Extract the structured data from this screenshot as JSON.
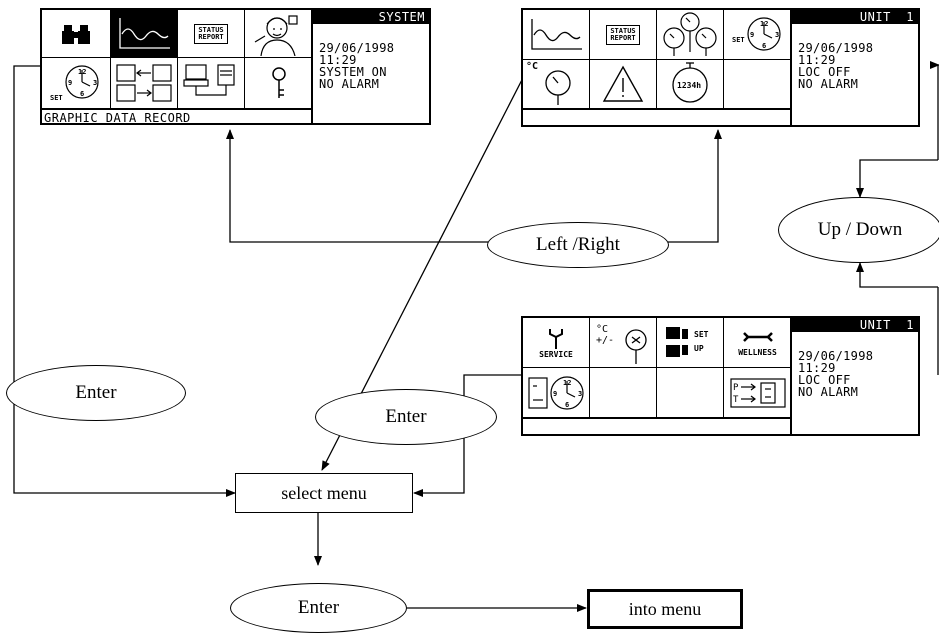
{
  "system_panel": {
    "title": "SYSTEM",
    "date": "29/06/1998",
    "time": "11:29",
    "line3": "SYSTEM ON",
    "line4": "NO ALARM",
    "footer": "GRAPHIC DATA RECORD",
    "status_report_label_1": "STATUS",
    "status_report_label_2": "REPORT",
    "set_label": "SET",
    "icons_row1": [
      "binoculars-icon",
      "graph-icon",
      "status-report-icon",
      "technician-icon"
    ],
    "icons_row2": [
      "set-clock-icon",
      "data-transfer-icon",
      "computer-printer-icon",
      "key-icon"
    ]
  },
  "unit_panel_top": {
    "title": "UNIT  1",
    "date": "29/06/1998",
    "time": "11:29",
    "line3": "LOC OFF",
    "line4": "NO ALARM",
    "status_report_label_1": "STATUS",
    "status_report_label_2": "REPORT",
    "set_label": "SET",
    "celsius_label": "°C",
    "hours_label": "1234h",
    "icons_row1": [
      "graph-icon",
      "status-report-icon",
      "gauges-icon",
      "set-clock-icon"
    ],
    "icons_row2": [
      "temperature-gauge-icon",
      "warning-icon",
      "hour-counter-icon",
      "empty"
    ]
  },
  "unit_panel_bottom": {
    "title": "UNIT  1",
    "date": "29/06/1998",
    "time": "11:29",
    "line3": "LOC OFF",
    "line4": "NO ALARM",
    "service_label": "SERVICE",
    "offset_label_1": "°C",
    "offset_label_2": "+/-",
    "setup_label_1": "SET",
    "setup_label_2": "UP",
    "wellness_label": "WELLNESS",
    "icons_row1": [
      "service-icon",
      "temperature-offset-icon",
      "setup-icon",
      "wellness-icon"
    ],
    "icons_row2": [
      "schedule-clock-icon",
      "empty",
      "empty",
      "pressure-temperature-icon"
    ]
  },
  "labels": {
    "left_right": "Left /Right",
    "up_down": "Up / Down",
    "enter_left": "Enter",
    "enter_middle": "Enter",
    "enter_bottom": "Enter",
    "select_menu": "select menu",
    "into_menu": "into menu"
  }
}
